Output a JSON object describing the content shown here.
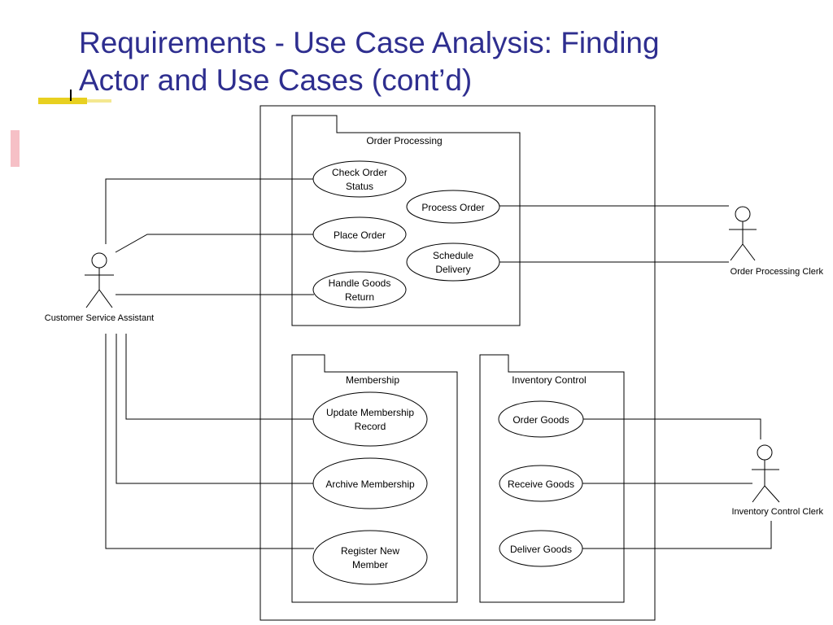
{
  "slide": {
    "title_line1": "Requirements - Use Case Analysis:  Finding",
    "title_line2": "Actor and Use Cases (cont’d)"
  },
  "colors": {
    "title": "#2e2e8f",
    "accent_bar": "#e8d020",
    "accent_pink": "#f0a0a8"
  },
  "packages": {
    "order_processing": "Order Processing",
    "membership": "Membership",
    "inventory_control": "Inventory Control"
  },
  "use_cases": {
    "check_order_status": [
      "Check Order",
      "Status"
    ],
    "process_order": [
      "Process Order"
    ],
    "place_order": [
      "Place Order"
    ],
    "schedule_delivery": [
      "Schedule",
      "Delivery"
    ],
    "handle_goods_return": [
      "Handle Goods",
      "Return"
    ],
    "update_membership_record": [
      "Update Membership",
      "Record"
    ],
    "archive_membership": [
      "Archive Membership"
    ],
    "register_new_member": [
      "Register New",
      "Member"
    ],
    "order_goods": [
      "Order Goods"
    ],
    "receive_goods": [
      "Receive Goods"
    ],
    "deliver_goods": [
      "Deliver Goods"
    ]
  },
  "actors": {
    "customer_service_assistant": "Customer Service Assistant",
    "order_processing_clerk": "Order Processing Clerk",
    "inventory_control_clerk": "Inventory Control Clerk"
  }
}
